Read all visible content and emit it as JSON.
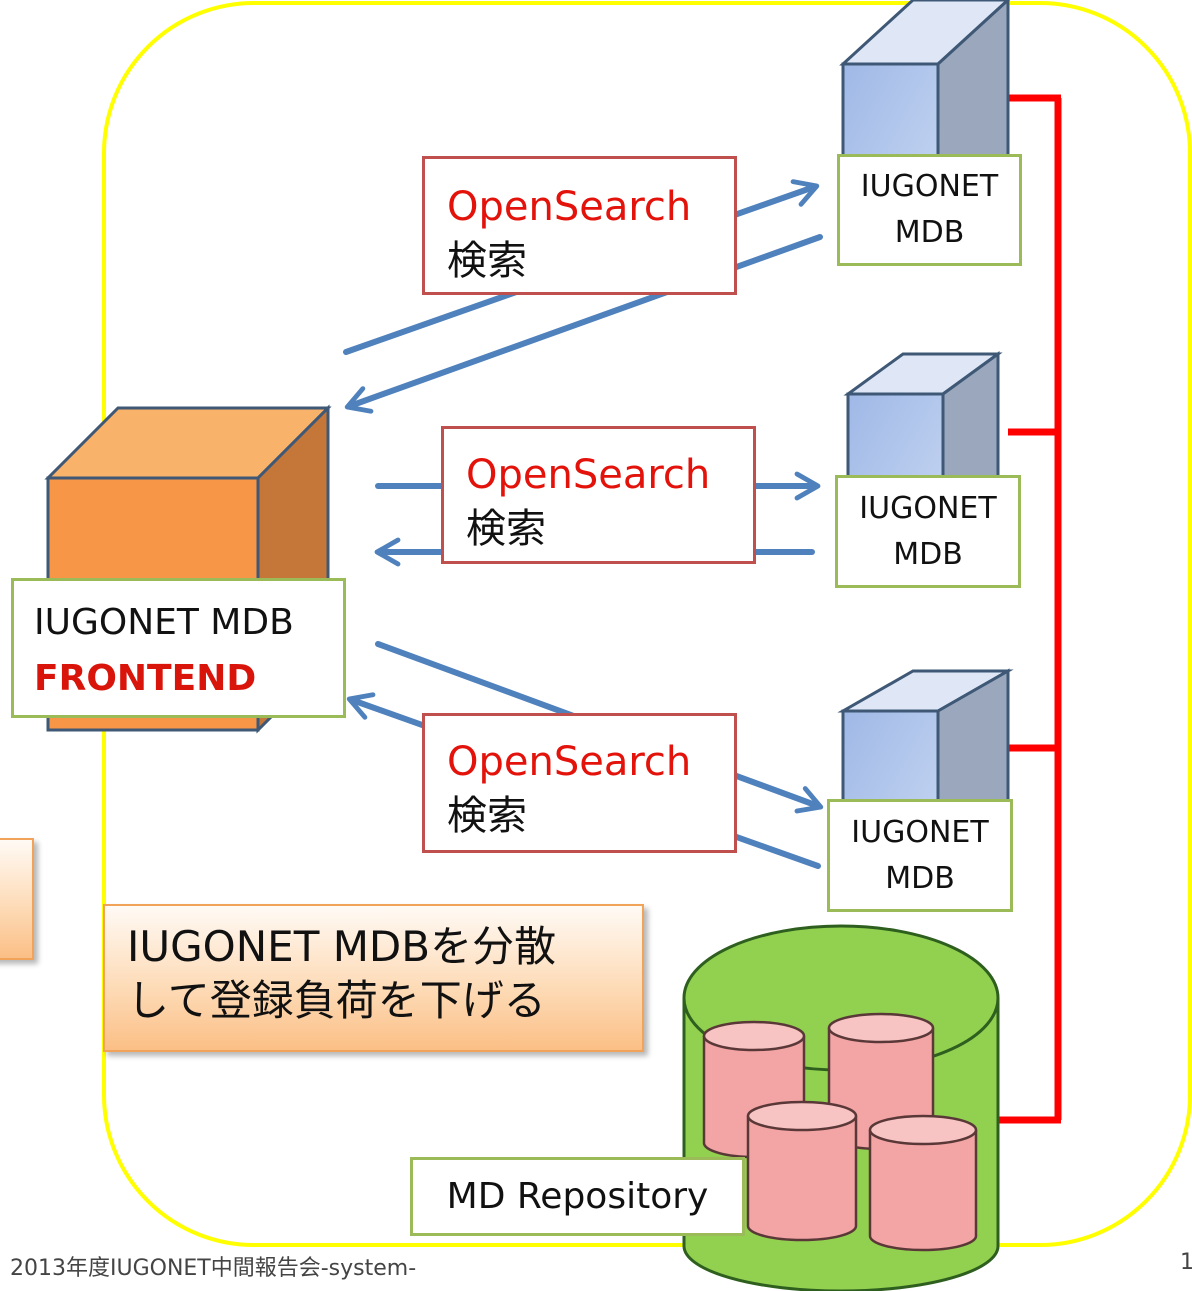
{
  "search_boxes": [
    {
      "line1": "OpenSearch",
      "line2": "検索"
    },
    {
      "line1": "OpenSearch",
      "line2": "検索"
    },
    {
      "line1": "OpenSearch",
      "line2": "検索"
    }
  ],
  "mdb_nodes": [
    {
      "line1": "IUGONET",
      "line2": "MDB"
    },
    {
      "line1": "IUGONET",
      "line2": "MDB"
    },
    {
      "line1": "IUGONET",
      "line2": "MDB"
    }
  ],
  "frontend": {
    "line1": "IUGONET MDB",
    "line2": "FRONTEND"
  },
  "note": {
    "line1": "IUGONET MDBを分散",
    "line2": "して登録負荷を下げる"
  },
  "repository_label": "MD Repository",
  "footer": {
    "left": "2013年度IUGONET中間報告会-system-",
    "page": "1"
  },
  "colors": {
    "boundary": "#ffff00",
    "arrow": "#4f81bd",
    "bus": "#ff0000",
    "search_border": "#c0504d",
    "label_border": "#9bbb59",
    "opensearch_text": "#e3120b",
    "frontend_cube": "#f79646",
    "server_cube": "#b9cdef",
    "repository_drum": "#92d050",
    "db_cylinder": "#f4a6a6"
  }
}
